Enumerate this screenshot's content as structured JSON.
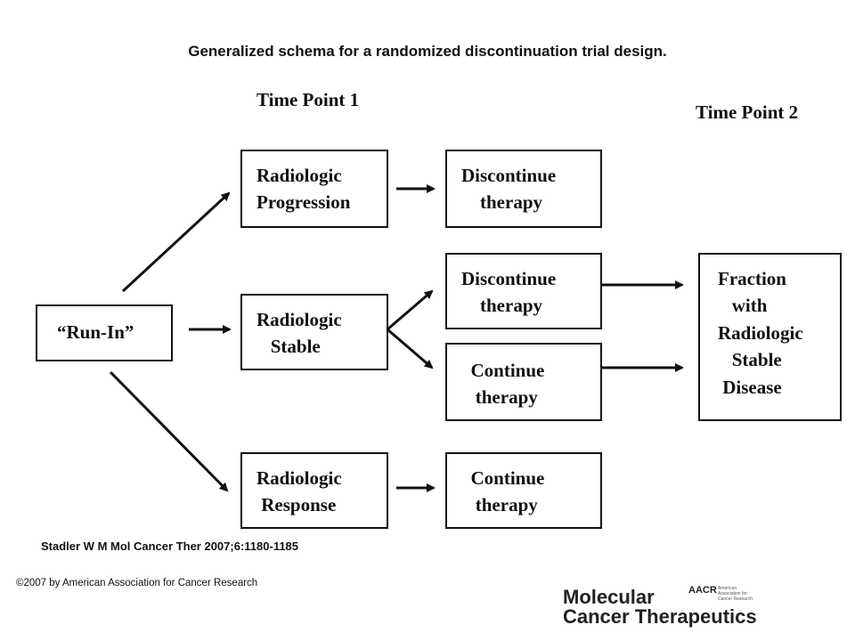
{
  "title": "Generalized schema for a randomized discontinuation trial design.",
  "time_points": {
    "tp1": "Time Point 1",
    "tp2": "Time Point 2"
  },
  "boxes": {
    "run_in": "“Run-In”",
    "progression": "Radiologic\nProgression",
    "stable": "Radiologic\n   Stable",
    "response": "Radiologic\n Response",
    "discontinue_1": "Discontinue\n    therapy",
    "discontinue_2": "Discontinue\n    therapy",
    "continue_1": "  Continue\n   therapy",
    "continue_2": "  Continue\n   therapy",
    "fraction": "Fraction\n   with\nRadiologic\n   Stable\n Disease"
  },
  "citation": "Stadler W M Mol Cancer Ther 2007;6:1180-1185",
  "copyright": "©2007 by American Association for Cancer Research",
  "journal": {
    "name": "Molecular\nCancer Therapeutics",
    "logo": "AACR",
    "logo_sub": "American Association for Cancer Research"
  }
}
